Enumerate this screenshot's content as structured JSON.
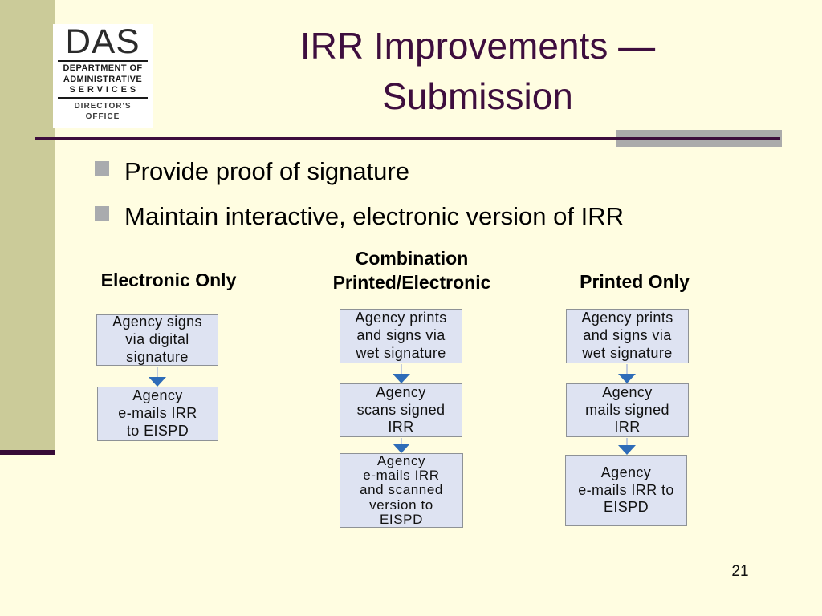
{
  "slide": {
    "logo": {
      "acronym": "DAS",
      "dept_line1": "DEPARTMENT OF",
      "dept_line2": "ADMINISTRATIVE",
      "dept_line3": "S E R V I C E S",
      "office_line1": "DIRECTOR'S",
      "office_line2": "OFFICE"
    },
    "title": "IRR Improvements —\nSubmission",
    "bullets": [
      "Provide proof of signature",
      "Maintain interactive, electronic version of IRR"
    ],
    "columns": [
      {
        "header": "Electronic Only",
        "steps": [
          "Agency signs\nvia digital\nsignature",
          "Agency\ne-mails IRR\nto EISPD"
        ]
      },
      {
        "header": "Combination\nPrinted/Electronic",
        "steps": [
          "Agency prints\nand signs via\nwet signature",
          "Agency\nscans signed\nIRR",
          "Agency\ne-mails IRR\nand scanned\nversion to\nEISPD"
        ]
      },
      {
        "header": "Printed Only",
        "steps": [
          "Agency prints\nand signs via\nwet signature",
          "Agency\nmails signed\nIRR",
          "Agency\ne-mails IRR to\nEISPD"
        ]
      }
    ],
    "page_number": "21",
    "colors": {
      "background": "#FFFDE1",
      "left_bar": "#CBCB99",
      "accent_plum": "#3E0E3E",
      "gray_accent": "#ABABAB",
      "box_fill": "#DEE3F2",
      "arrow_blue": "#2E6CB8"
    }
  }
}
